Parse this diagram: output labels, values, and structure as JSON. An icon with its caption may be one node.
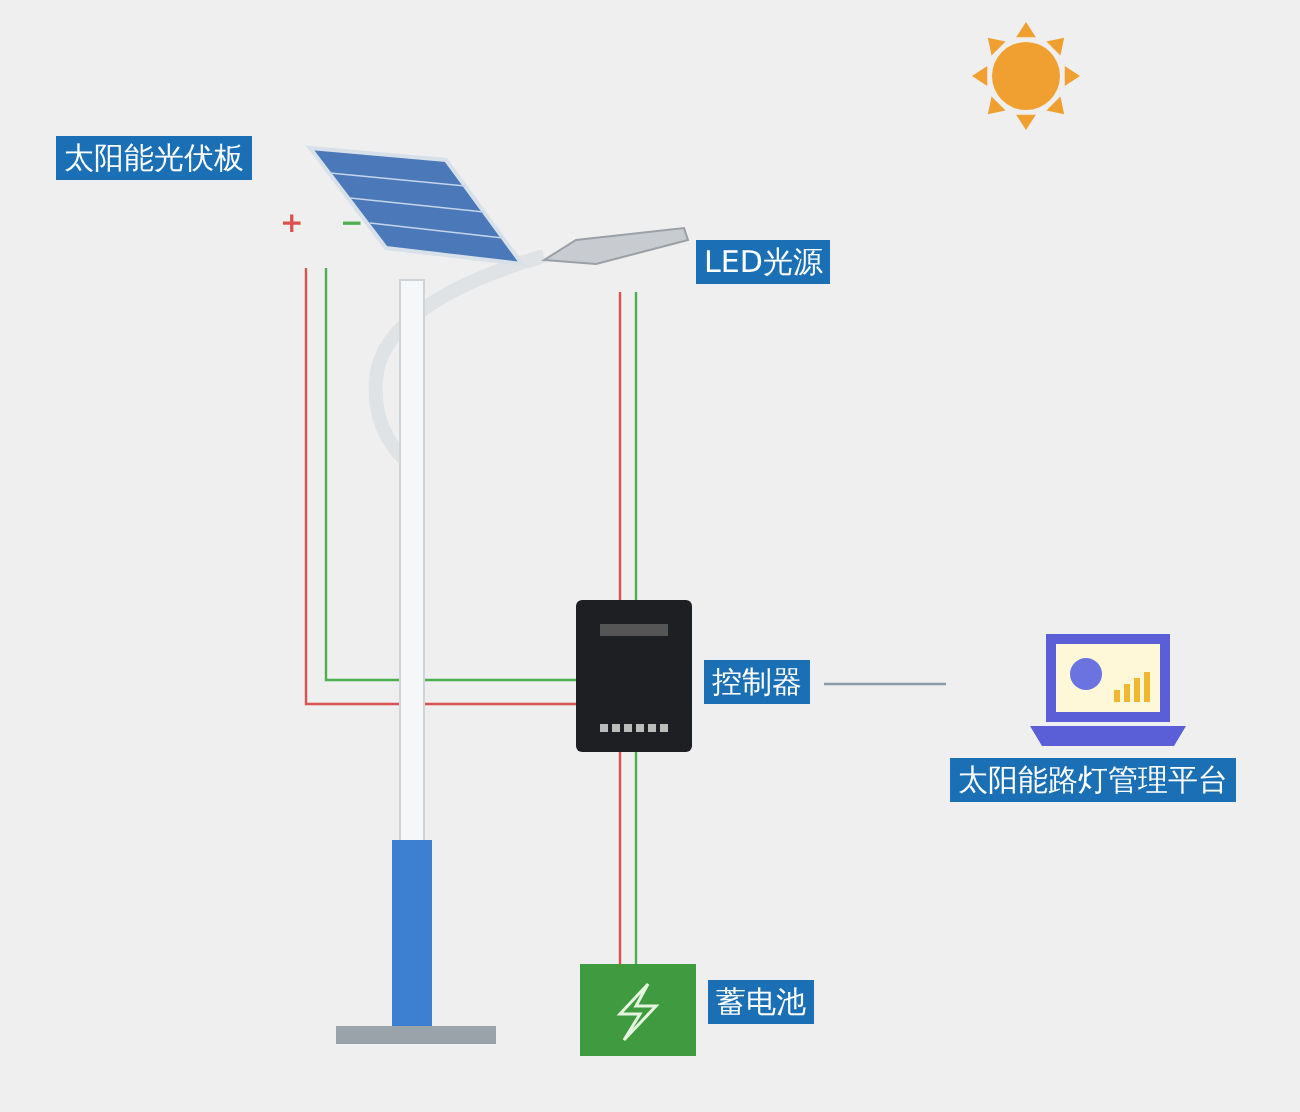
{
  "diagram": {
    "nodes": [
      {
        "text": [
          "太阳能光伏板"
        ]
      },
      {
        "text": [
          "LED光源"
        ]
      },
      {
        "text": [
          "控制器"
        ]
      },
      {
        "text": [
          "太阳能路灯管理平台"
        ]
      },
      {
        "text": [
          "蓄电池"
        ]
      }
    ],
    "edges": [
      {
        "from": 0,
        "to": 2,
        "arrow": "none",
        "color": "#d9534f"
      },
      {
        "from": 0,
        "to": 2,
        "arrow": "none",
        "color": "#4caf50"
      },
      {
        "from": 1,
        "to": 2,
        "arrow": "none",
        "color": "#d9534f"
      },
      {
        "from": 1,
        "to": 2,
        "arrow": "none",
        "color": "#4caf50"
      },
      {
        "from": 2,
        "to": 4,
        "arrow": "none",
        "color": "#d9534f"
      },
      {
        "from": 2,
        "to": 4,
        "arrow": "none",
        "color": "#4caf50"
      },
      {
        "from": 2,
        "to": 3,
        "arrow": "none",
        "color": "#8a9aa6"
      }
    ],
    "labels": [
      "+",
      "−"
    ]
  }
}
